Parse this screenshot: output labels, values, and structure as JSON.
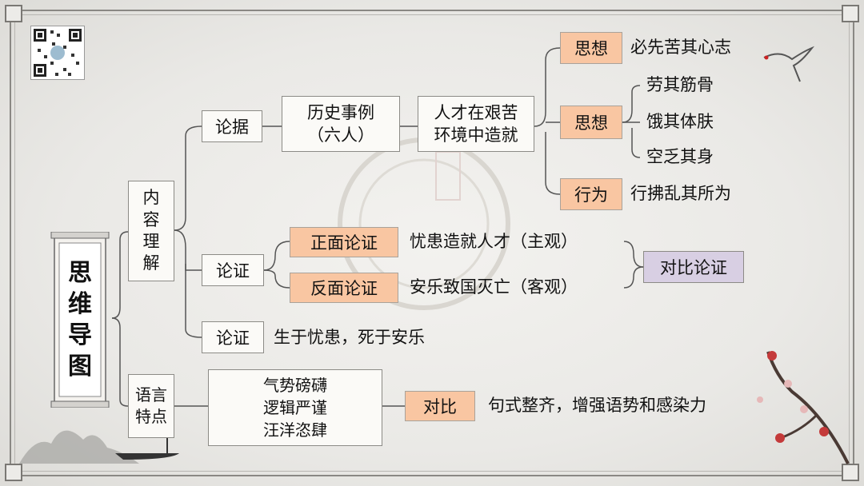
{
  "root": {
    "chars": [
      "思",
      "维",
      "导",
      "图"
    ]
  },
  "content": {
    "chars": [
      "内",
      "容",
      "理",
      "解"
    ]
  },
  "language": {
    "chars": [
      "语言",
      "特点"
    ]
  },
  "lunju": {
    "label": "论据"
  },
  "history": {
    "line1": "历史事例",
    "line2": "（六人）"
  },
  "talent": {
    "line1": "人才在艰苦",
    "line2": "环境中造就"
  },
  "sixiang1": {
    "label": "思想",
    "text": "必先苦其心志"
  },
  "sixiang2": {
    "label": "思想",
    "items": [
      "劳其筋骨",
      "饿其体肤",
      "空乏其身"
    ]
  },
  "xingwei": {
    "label": "行为",
    "text": "行拂乱其所为"
  },
  "lunzheng1": {
    "label": "论证"
  },
  "positive": {
    "label": "正面论证",
    "text": "忧患造就人才（主观）"
  },
  "negative": {
    "label": "反面论证",
    "text": "安乐致国灭亡（客观）"
  },
  "contrast_argument": {
    "label": "对比论证"
  },
  "lunzheng2": {
    "label": "论证",
    "text": "生于忧患，死于安乐"
  },
  "features": {
    "lines": [
      "气势磅礴",
      "逻辑严谨",
      "汪洋恣肆"
    ]
  },
  "duibi": {
    "label": "对比",
    "text": "句式整齐，增强语势和感染力"
  },
  "colors": {
    "orange": "#f9c6a2",
    "purple": "#d8cfe3",
    "line": "#555555"
  }
}
